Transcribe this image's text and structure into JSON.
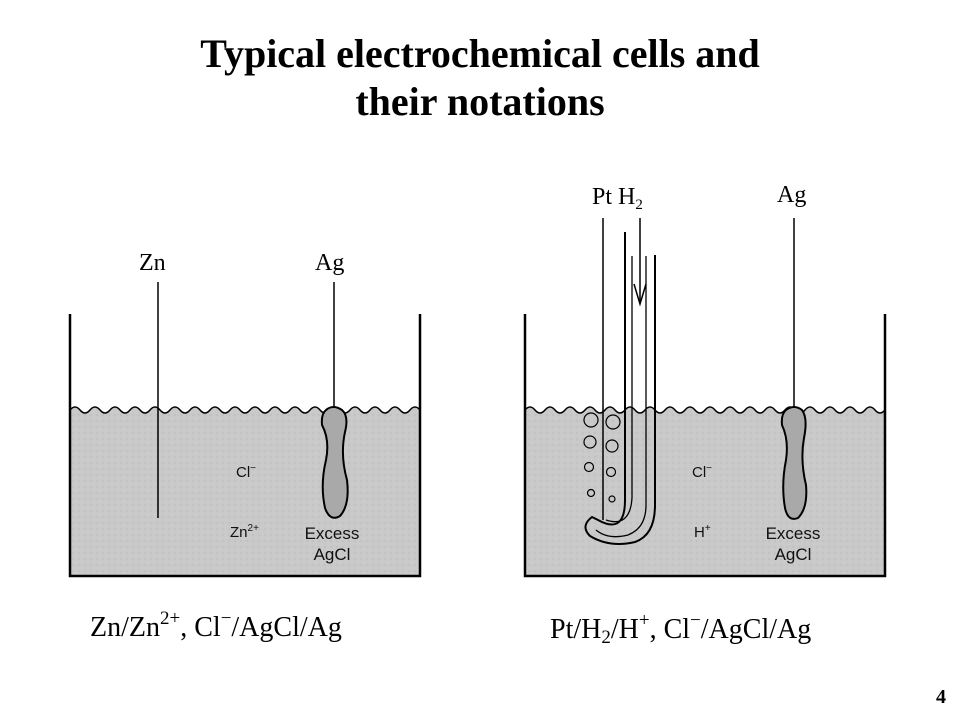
{
  "title": {
    "line1": "Typical electrochemical cells and",
    "line2": "their notations"
  },
  "cell_left": {
    "electrode_anode": "Zn",
    "electrode_cathode": "Ag",
    "ion1": "Cl",
    "ion1_charge": "−",
    "ion2": "Zn",
    "ion2_charge": "2+",
    "excess_line1": "Excess",
    "excess_line2": "AgCl",
    "notation": {
      "part1": "Zn/Zn",
      "charge1": "2+",
      "part2": ", Cl",
      "charge2": "−",
      "part3": "/AgCl/Ag"
    }
  },
  "cell_right": {
    "electrode_anode": "Pt H",
    "electrode_anode_sub": "2",
    "electrode_cathode": "Ag",
    "ion1": "Cl",
    "ion1_charge": "−",
    "ion2": "H",
    "ion2_charge": "+",
    "excess_line1": "Excess",
    "excess_line2": "AgCl",
    "notation": {
      "part1": "Pt/H",
      "sub1": "2",
      "part2": "/H",
      "charge1": "+",
      "part3": ", Cl",
      "charge2": "−",
      "part4": "/AgCl/Ag"
    }
  },
  "page_number": "4",
  "colors": {
    "solution": "#c9c9c9",
    "ink": "#000000"
  }
}
